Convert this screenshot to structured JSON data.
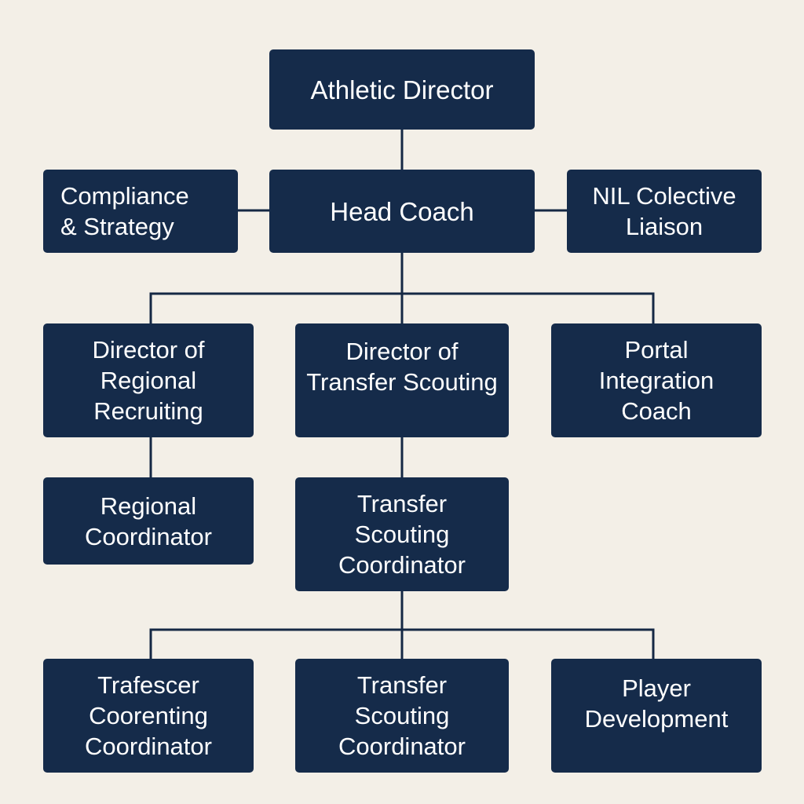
{
  "org_chart": {
    "nodes": {
      "athletic_director": "Athletic Director",
      "head_coach": "Head Coach",
      "compliance_strategy": "Compliance\n& Strategy",
      "nil_liaison": "NIL Colective\nLiaison",
      "director_regional": "Director of\nRegional\nRecruiting",
      "director_transfer": "Director of\nTransfer Scouting",
      "portal_integration": "Portal\nIntegration\nCoach",
      "regional_coordinator": "Regional\nCoordinator",
      "transfer_scouting_coordinator": "Transfer\nScouting\nCoordinator",
      "trafescer_coordinator": "Trafescer\nCoorenting\nCoordinator",
      "transfer_scouting_coordinator_2": "Transfer\nScouting\nCoordinator",
      "player_development": "Player\nDevelopment"
    },
    "colors": {
      "background": "#f3efe7",
      "node_fill": "#152b4a",
      "node_text": "#ffffff",
      "connector": "#152844"
    }
  }
}
